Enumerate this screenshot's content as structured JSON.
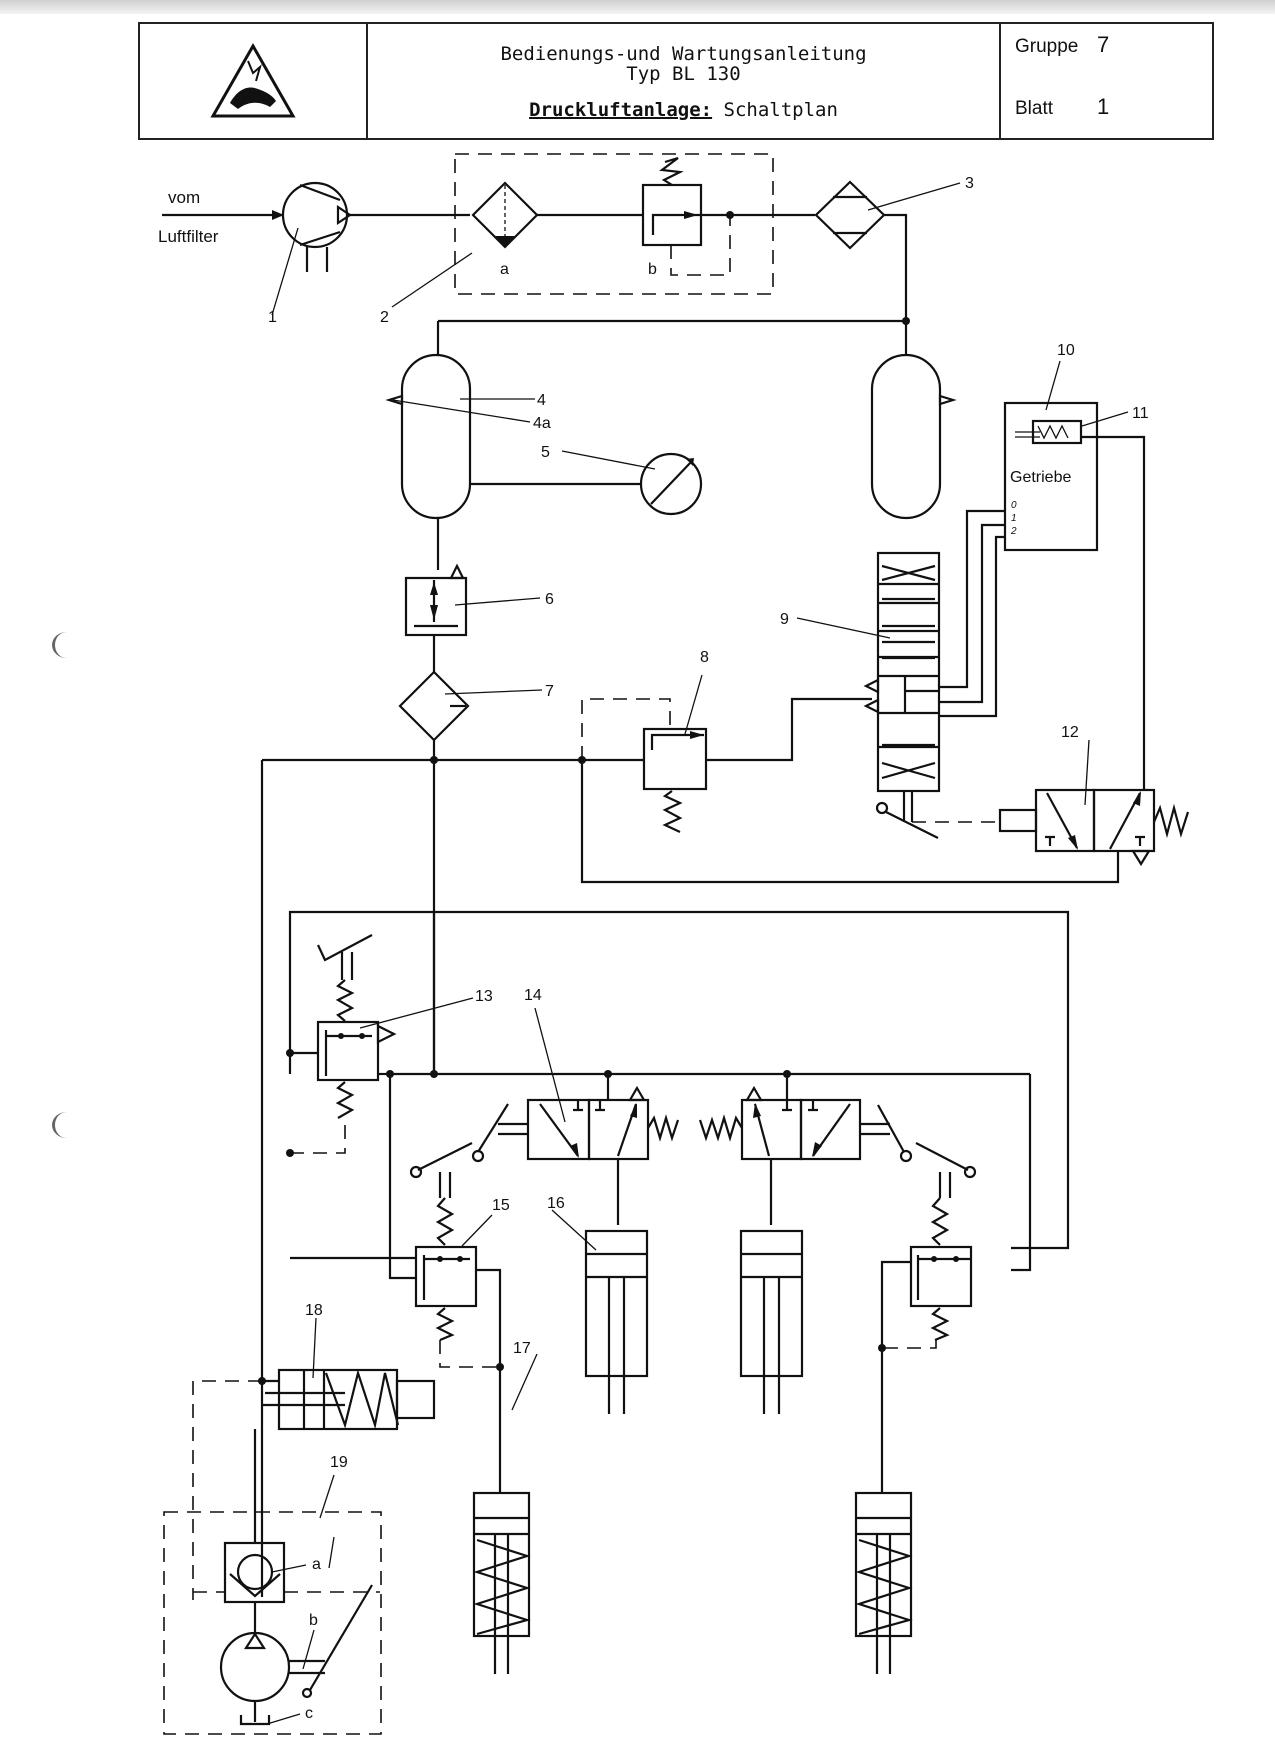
{
  "header": {
    "title_line1": "Bedienungs-und Wartungsanleitung",
    "title_line2": "Typ BL 130",
    "title_line3_bold": "Druckluftanlage:",
    "title_line3_rest": " Schaltplan",
    "group_label": "Gruppe",
    "group_value": "7",
    "sheet_label": "Blatt",
    "sheet_value": "1",
    "logo_icon": "warning-triangle-logo-icon"
  },
  "diagram": {
    "inlet_label_1": "vom",
    "inlet_label_2": "Luftfilter",
    "gearbox_label": "Getriebe",
    "gearbox_ports": [
      "0",
      "1",
      "2"
    ],
    "callouts": {
      "c1": "1",
      "c2": "2",
      "c2a": "a",
      "c2b": "b",
      "c3": "3",
      "c4": "4",
      "c4a": "4a",
      "c5": "5",
      "c6": "6",
      "c7": "7",
      "c8": "8",
      "c9": "9",
      "c10": "10",
      "c11": "11",
      "c12": "12",
      "c13": "13",
      "c14": "14",
      "c15": "15",
      "c16": "16",
      "c17": "17",
      "c18": "18",
      "c19": "19",
      "c19a": "a",
      "c19b": "b",
      "c19c": "c"
    },
    "components": [
      {
        "id": "1",
        "symbol": "compressor"
      },
      {
        "id": "2",
        "symbol": "filter-regulator-unit",
        "parts": [
          "a: water separator",
          "b: pressure regulator"
        ]
      },
      {
        "id": "3",
        "symbol": "cooler"
      },
      {
        "id": "4",
        "symbol": "air-reservoir"
      },
      {
        "id": "4a",
        "symbol": "drain-valve"
      },
      {
        "id": "5",
        "symbol": "pressure-gauge"
      },
      {
        "id": "6",
        "symbol": "safety-valve"
      },
      {
        "id": "7",
        "symbol": "filter"
      },
      {
        "id": "8",
        "symbol": "pressure-relief-valve"
      },
      {
        "id": "9",
        "symbol": "multi-position-valve"
      },
      {
        "id": "10",
        "symbol": "gearbox"
      },
      {
        "id": "11",
        "symbol": "shift-cylinder"
      },
      {
        "id": "12",
        "symbol": "3-2-way-valve"
      },
      {
        "id": "13",
        "symbol": "pedal-valve"
      },
      {
        "id": "14",
        "symbol": "3-2-way-valve-lever"
      },
      {
        "id": "15",
        "symbol": "pressure-valve-lever"
      },
      {
        "id": "16",
        "symbol": "cylinder"
      },
      {
        "id": "17",
        "symbol": "spring-cylinder"
      },
      {
        "id": "18",
        "symbol": "spring-brake-cylinder"
      },
      {
        "id": "19",
        "symbol": "hand-pump-unit",
        "parts": [
          "a: check valve",
          "b: hand lever",
          "c: reservoir"
        ]
      }
    ]
  }
}
